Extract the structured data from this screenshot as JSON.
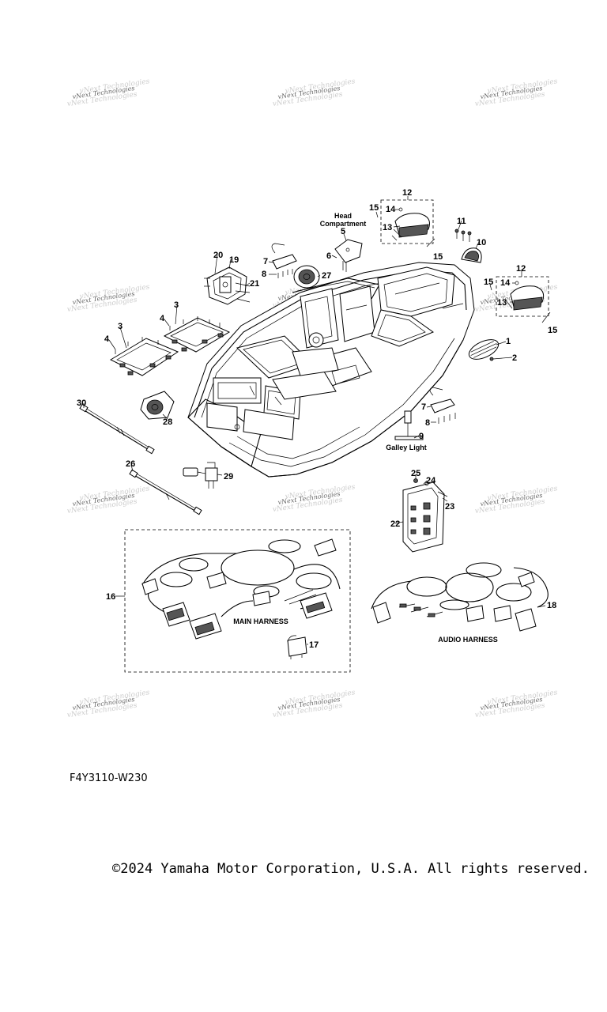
{
  "watermark": "vNext Technologies",
  "labels": {
    "head_compartment_1": "Head",
    "head_compartment_2": "Compartment",
    "galley_light": "Galley Light",
    "main_harness": "MAIN HARNESS",
    "audio_harness": "AUDIO HARNESS"
  },
  "callouts": {
    "c1": "1",
    "c2": "2",
    "c3a": "3",
    "c3b": "3",
    "c4a": "4",
    "c4b": "4",
    "c5": "5",
    "c6": "6",
    "c7a": "7",
    "c7b": "7",
    "c8a": "8",
    "c8b": "8",
    "c9": "9",
    "c10": "10",
    "c11": "11",
    "c12a": "12",
    "c12b": "12",
    "c13a": "13",
    "c13b": "13",
    "c14a": "14",
    "c14b": "14",
    "c15a": "15",
    "c15b": "15",
    "c15c": "15",
    "c15d": "15",
    "c16": "16",
    "c17": "17",
    "c18": "18",
    "c19": "19",
    "c20": "20",
    "c21": "21",
    "c22": "22",
    "c23": "23",
    "c24": "24",
    "c25": "25",
    "c26": "26",
    "c27": "27",
    "c28": "28",
    "c29": "29",
    "c30": "30"
  },
  "diagram_code": "F4Y3110-W230",
  "copyright": "©2024 Yamaha Motor Corporation, U.S.A. All rights reserved."
}
